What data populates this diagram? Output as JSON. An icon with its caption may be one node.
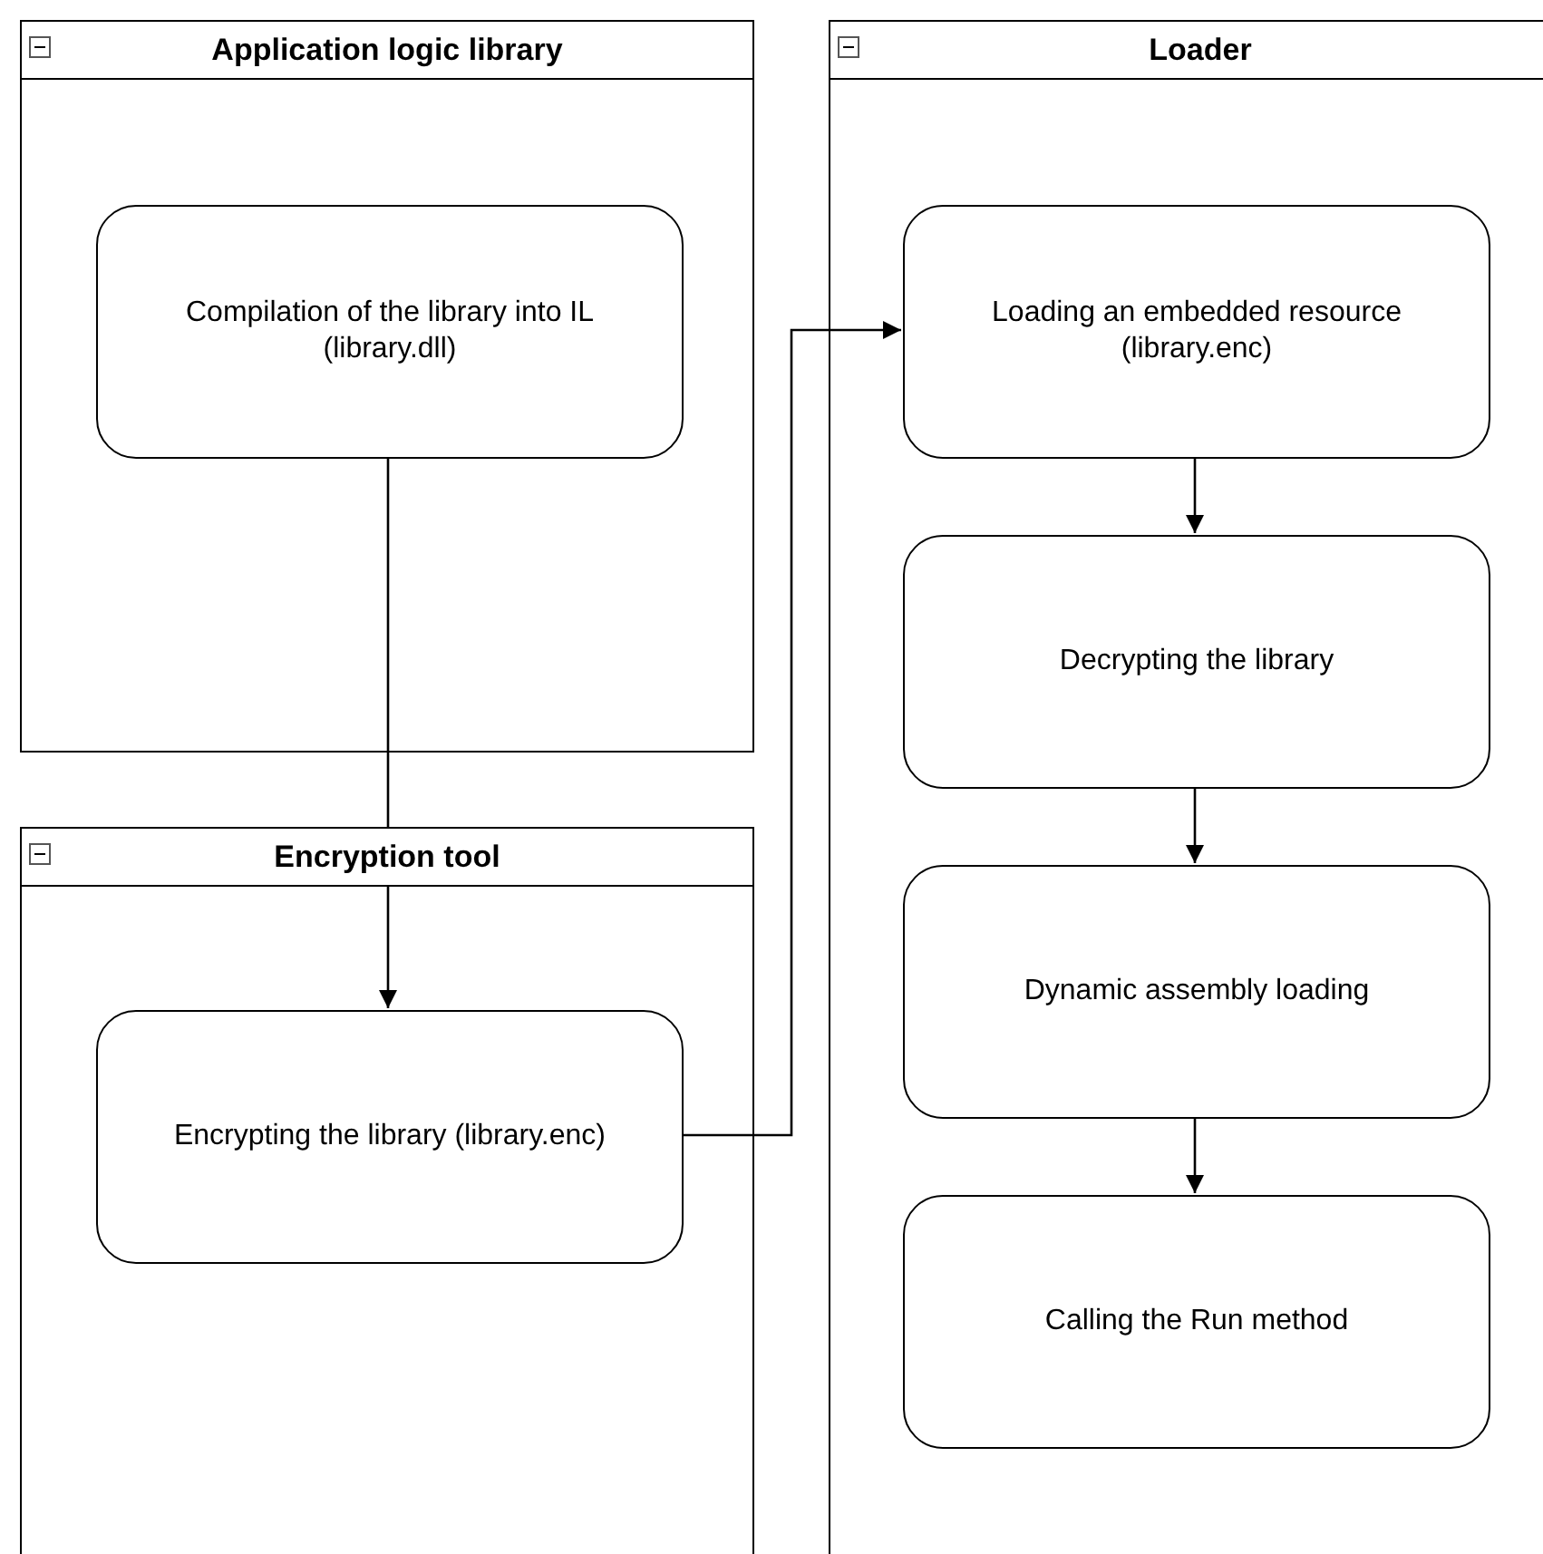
{
  "diagram": {
    "nodes": [
      {
        "text": [
          "Application logic library"
        ]
      },
      {
        "text": [
          "Compilation of the library into IL (library.dll)"
        ],
        "in": 0
      },
      {
        "text": [
          "Encryption tool"
        ]
      },
      {
        "text": [
          "Encrypting the library (library.enc)"
        ],
        "in": 2
      },
      {
        "text": [
          "Loader"
        ]
      },
      {
        "text": [
          "Loading an embedded resource (library.enc)"
        ],
        "in": 4
      },
      {
        "text": [
          "Decrypting the library"
        ],
        "in": 4
      },
      {
        "text": [
          "Dynamic assembly loading"
        ],
        "in": 4
      },
      {
        "text": [
          "Calling the Run method"
        ],
        "in": 4
      }
    ],
    "edges": [
      {
        "from": 1,
        "to": 3,
        "arrow": "to"
      },
      {
        "from": 3,
        "to": 5,
        "arrow": "to"
      },
      {
        "from": 5,
        "to": 6,
        "arrow": "to"
      },
      {
        "from": 6,
        "to": 7,
        "arrow": "to"
      },
      {
        "from": 7,
        "to": 8,
        "arrow": "to"
      }
    ]
  }
}
